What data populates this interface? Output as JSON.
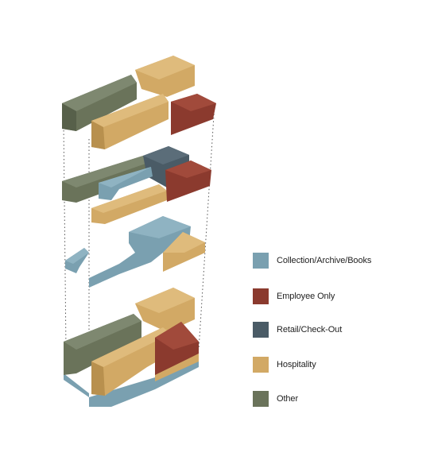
{
  "colors": {
    "collection": "#7aa0b0",
    "employee": "#8b3a2e",
    "retail": "#4a5b66",
    "hospitality": "#d2a965",
    "other": "#6a735a"
  },
  "legend": [
    {
      "label": "Collection/Archive/Books",
      "color": "#7aa0b0"
    },
    {
      "label": "Employee Only",
      "color": "#8b3a2e"
    },
    {
      "label": "Retail/Check-Out",
      "color": "#4a5b66"
    },
    {
      "label": "Hospitality",
      "color": "#d2a965"
    },
    {
      "label": "Other",
      "color": "#6a735a"
    }
  ]
}
